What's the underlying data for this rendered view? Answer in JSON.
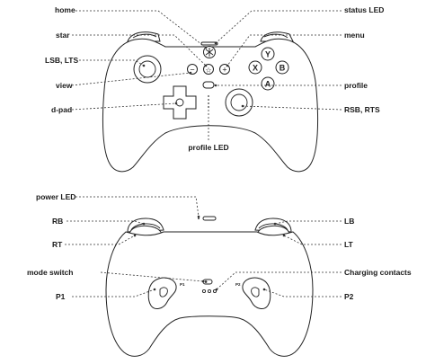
{
  "front_view": {
    "labels_left": {
      "home": "home",
      "star": "star",
      "lsb_lts": "LSB, LTS",
      "view": "view",
      "dpad": "d-pad"
    },
    "labels_right": {
      "status_led": "status LED",
      "menu": "menu",
      "profile": "profile",
      "rsb_rts": "RSB, RTS"
    },
    "label_bottom": "profile LED",
    "face_buttons": {
      "y": "Y",
      "x": "X",
      "b": "B",
      "a": "A"
    },
    "small_buttons": {
      "minus": "−",
      "plus": "+",
      "star": "☆"
    }
  },
  "back_view": {
    "labels_left": {
      "power_led": "power LED",
      "rb": "RB",
      "rt": "RT",
      "mode_switch": "mode switch",
      "p1": "P1"
    },
    "labels_right": {
      "lb": "LB",
      "lt": "LT",
      "charging_contacts": "Charging contacts",
      "p2": "P2"
    },
    "paddle_marks": {
      "left": "P1",
      "right": "P2"
    }
  }
}
